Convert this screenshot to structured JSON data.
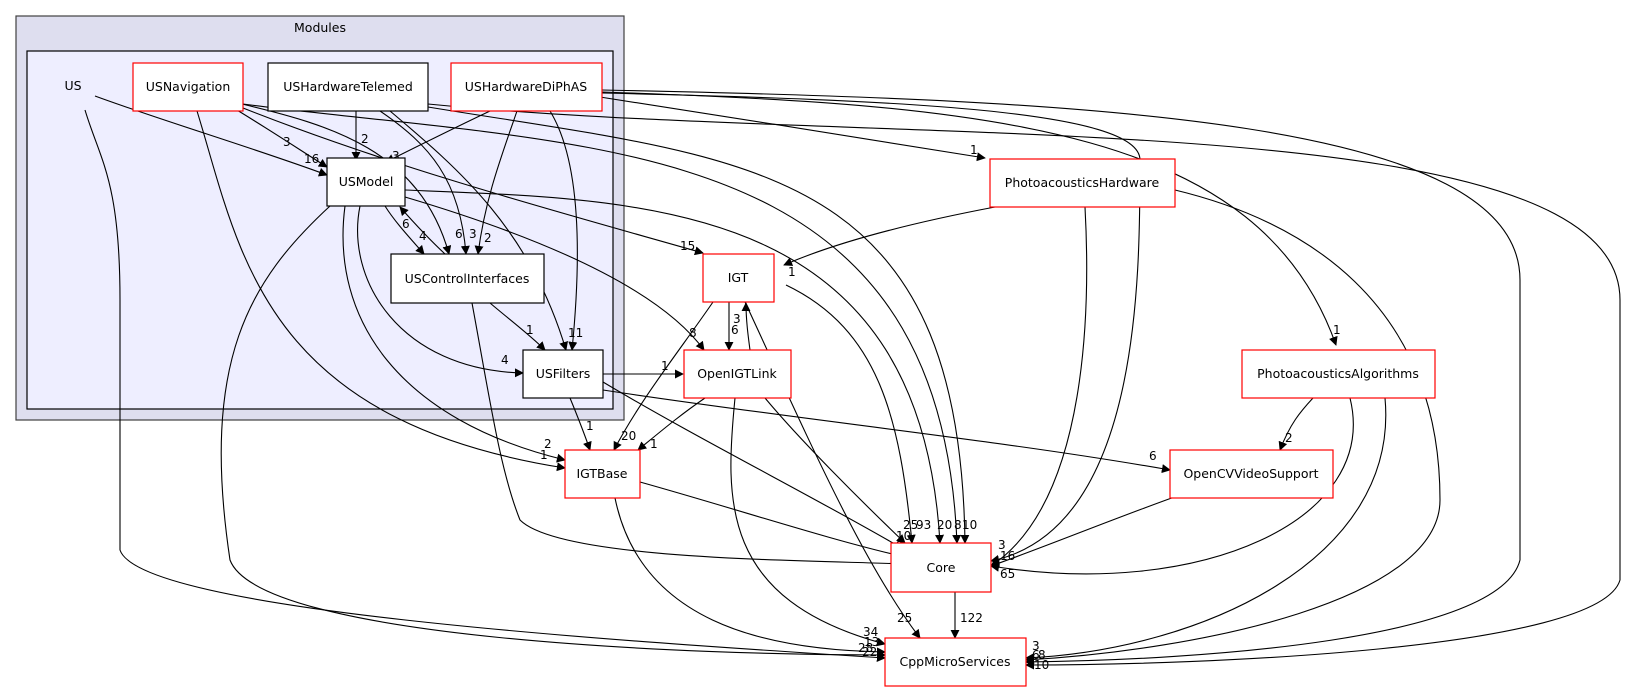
{
  "clusters": {
    "outer": {
      "label": "Modules"
    },
    "inner": {
      "label": "US"
    }
  },
  "colors": {
    "red_border": "#ff0000",
    "black_border": "#000000",
    "outer_fill": "#dedeef",
    "inner_fill": "#eeeeff",
    "edge": "#000000"
  },
  "nodes": {
    "usnavigation": {
      "label": "USNavigation"
    },
    "ushwtelemed": {
      "label": "USHardwareTelemed"
    },
    "ushwdiphas": {
      "label": "USHardwareDiPhAS"
    },
    "usmodel": {
      "label": "USModel"
    },
    "uscontrolinterfaces": {
      "label": "USControlInterfaces"
    },
    "usfilters": {
      "label": "USFilters"
    },
    "phhardware": {
      "label": "PhotoacousticsHardware"
    },
    "igt": {
      "label": "IGT"
    },
    "openigtlink": {
      "label": "OpenIGTLink"
    },
    "igtbase": {
      "label": "IGTBase"
    },
    "core": {
      "label": "Core"
    },
    "cppmicro": {
      "label": "CppMicroServices"
    },
    "phalgorithms": {
      "label": "PhotoacousticsAlgorithms"
    },
    "opencv": {
      "label": "OpenCVVideoSupport"
    }
  },
  "edge_labels": {
    "nav_model": "3",
    "us_model": "16",
    "tel_model": "2",
    "diph_model": "3",
    "model_ci": "6",
    "ci_model": "4",
    "nav_ci": "6",
    "tel_ci": "3",
    "diph_ci": "2",
    "ci_filters": "1",
    "diph_filters": "11",
    "model_filters": "4",
    "diph_phhw": "1",
    "nav_igt": "15",
    "phhw_igt": "1",
    "igt_oigt": "6",
    "oigt_igt": "3",
    "model_oigt": "8",
    "filters_oigt": "1",
    "igt_igtbase": "20",
    "oigt_igtbase": "1",
    "filters_igtbase": "1",
    "model_igtbase": "2",
    "nav_igtbase": "1",
    "diph_phalg": "1",
    "phalg_opencv": "2",
    "filters_opencv": "6",
    "oigt_core": "25",
    "filters_core": "10",
    "igtbase_core": "2",
    "ci_core": "1",
    "igt_core": "93",
    "model_core": "20",
    "nav_core": "8",
    "tel_core": "10",
    "diph_core": "3",
    "phhw_core": "16",
    "opencv_core": "65",
    "core_cpp": "122",
    "igt_cpp": "25",
    "oigt_cpp": "34",
    "igtbase_cpp": "28",
    "model_cpp": "22",
    "us_cpp": "13",
    "phalg_cpp": "3",
    "phhw_cpp": "6",
    "diph_cpp": "8",
    "tel_cpp": "10"
  }
}
